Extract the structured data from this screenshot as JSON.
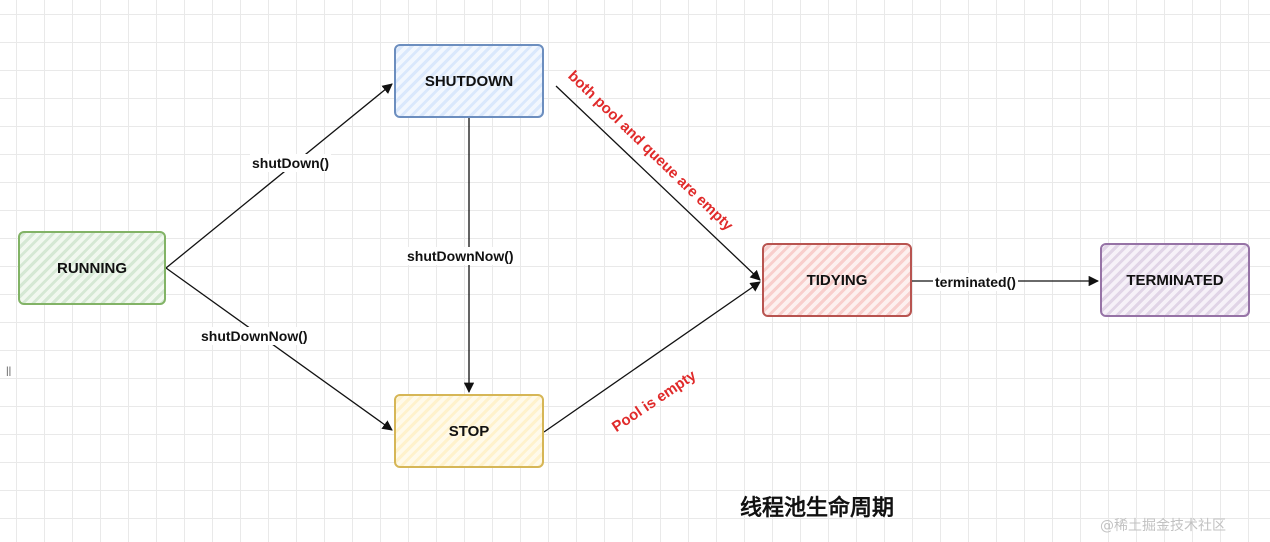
{
  "states": {
    "running": "RUNNING",
    "shutdown": "SHUTDOWN",
    "stop": "STOP",
    "tidying": "TIDYING",
    "terminated": "TERMINATED"
  },
  "transitions": {
    "running_to_shutdown": "shutDown()",
    "running_to_stop": "shutDownNow()",
    "shutdown_to_stop": "shutDownNow()",
    "shutdown_to_tidying": "both pool and queue are empty",
    "stop_to_tidying": "Pool is empty",
    "tidying_to_terminated": "terminated()"
  },
  "title": "线程池生命周期",
  "watermark": "@稀土掘金技术社区",
  "colors": {
    "running": "#82b366",
    "shutdown": "#6c8ebf",
    "stop": "#d6b656",
    "tidying": "#b85450",
    "terminated": "#9673a6",
    "annotation": "#e02a2a"
  }
}
